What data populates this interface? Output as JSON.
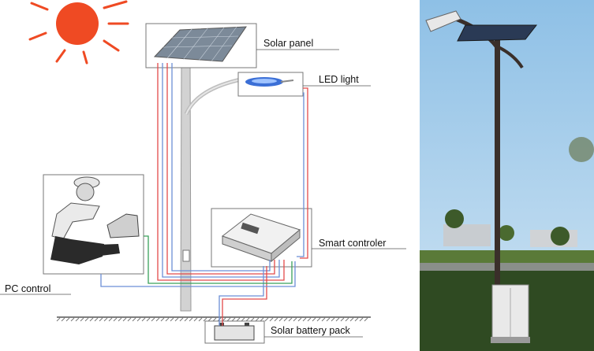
{
  "labels": {
    "solar_panel": "Solar panel",
    "led_light": "LED light",
    "smart_controller": "Smart controler",
    "pc_control": "PC control",
    "battery": "Solar battery pack"
  },
  "colors": {
    "sun": "#ef4a23",
    "wire_red": "#e34a4a",
    "wire_blue": "#6c8fd6",
    "wire_green": "#3aa05a",
    "pole": "#c9c9c9",
    "ground": "#666666",
    "sky": "#9cc8e8",
    "grass": "#2f4a22"
  }
}
